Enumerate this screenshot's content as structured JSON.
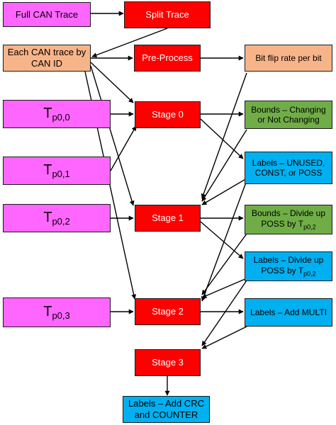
{
  "nodes": {
    "full_can_trace": "Full CAN Trace",
    "split_trace": "Split Trace",
    "each_can_trace": "Each CAN trace by\nCAN ID",
    "pre_process": "Pre-Process",
    "bit_flip_rate": "Bit flip rate per bit",
    "t_p00": {
      "main": "T",
      "sub": "p0,0"
    },
    "t_p01": {
      "main": "T",
      "sub": "p0,1"
    },
    "t_p02": {
      "main": "T",
      "sub": "p0,2"
    },
    "t_p03": {
      "main": "T",
      "sub": "p0,3"
    },
    "stage0": "Stage 0",
    "stage1": "Stage 1",
    "stage2": "Stage 2",
    "stage3": "Stage 3",
    "bounds_changing": "Bounds – Changing\nor Not Changing",
    "labels_unused": "Labels – UNUSED,\nCONST, or POSS",
    "bounds_divide": {
      "line1": "Bounds – Divide up",
      "line2": "POSS by T",
      "sub": "p0,2"
    },
    "labels_divide": {
      "line1": "Labels – Divide up",
      "line2": "POSS by T",
      "sub": "p0,2"
    },
    "labels_multi": "Labels – Add MULTI",
    "labels_crc": "Labels – Add CRC\nand COUNTER"
  }
}
